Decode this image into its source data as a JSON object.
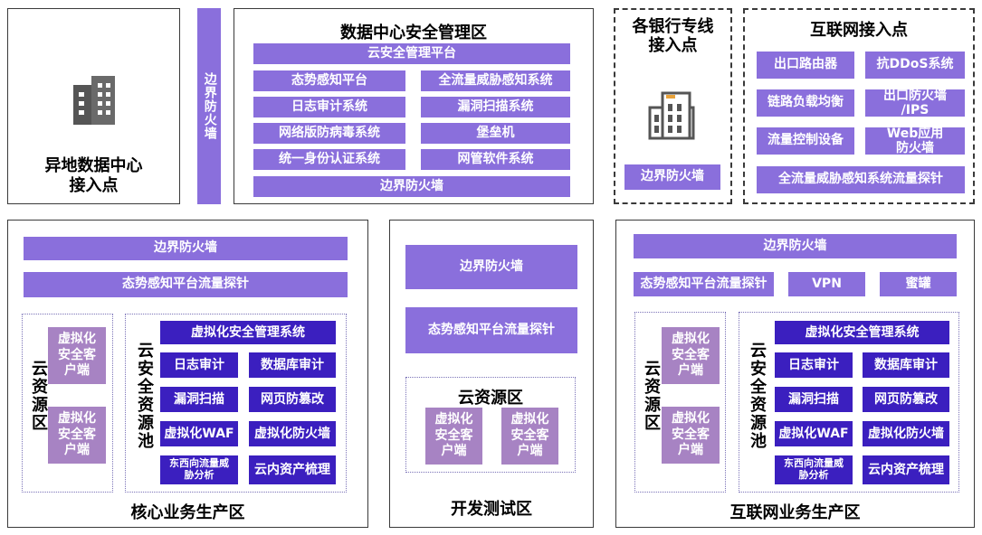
{
  "remote_dc": {
    "title_line1": "异地数据中心",
    "title_line2": "接入点"
  },
  "border_fw_vertical": "边界防火墙",
  "dc_security": {
    "title": "数据中心安全管理区",
    "cloud_platform": "云安全管理平台",
    "items": [
      "态势感知平台",
      "全流量威胁感知系统",
      "日志审计系统",
      "漏洞扫描系统",
      "网络版防病毒系统",
      "堡垒机",
      "统一身份认证系统",
      "网管软件系统"
    ],
    "bottom_fw": "边界防火墙"
  },
  "bank": {
    "title_line1": "各银行专线",
    "title_line2": "接入点",
    "fw": "边界防火墙"
  },
  "internet": {
    "title": "互联网接入点",
    "items": [
      "出口路由器",
      "抗DDoS系统",
      "链路负载均衡",
      "出口防火墙/IPS",
      "流量控制设备",
      "Web应用防火墙"
    ],
    "probe": "全流量威胁感知系统流量探针"
  },
  "core": {
    "fw": "边界防火墙",
    "probe": "态势感知平台流量探针",
    "cloud_zone": "云资源区",
    "client": "虚拟化安全客户端",
    "pool_title": "云安全资源池",
    "mgmt": "虚拟化安全管理系统",
    "grid": [
      "日志审计",
      "数据库审计",
      "漏洞扫描",
      "网页防篡改",
      "虚拟化WAF",
      "虚拟化防火墙",
      "东西向流量威胁分析",
      "云内资产梳理"
    ],
    "label": "核心业务生产区"
  },
  "dev": {
    "fw": "边界防火墙",
    "probe": "态势感知平台流量探针",
    "cloud_zone": "云资源区",
    "client": "虚拟化安全客户端",
    "label": "开发测试区"
  },
  "inet_prod": {
    "fw": "边界防火墙",
    "probe": "态势感知平台流量探针",
    "vpn": "VPN",
    "honeypot": "蜜罐",
    "cloud_zone": "云资源区",
    "client": "虚拟化安全客户端",
    "pool_title": "云安全资源池",
    "mgmt": "虚拟化安全管理系统",
    "grid": [
      "日志审计",
      "数据库审计",
      "漏洞扫描",
      "网页防篡改",
      "虚拟化WAF",
      "虚拟化防火墙",
      "东西向流量威胁分析",
      "云内资产梳理"
    ],
    "label": "互联网业务生产区"
  },
  "colors": {
    "light_purple": "#8a6fdc",
    "dark_purple": "#3b1fbf",
    "mauve": "#a783c3"
  }
}
